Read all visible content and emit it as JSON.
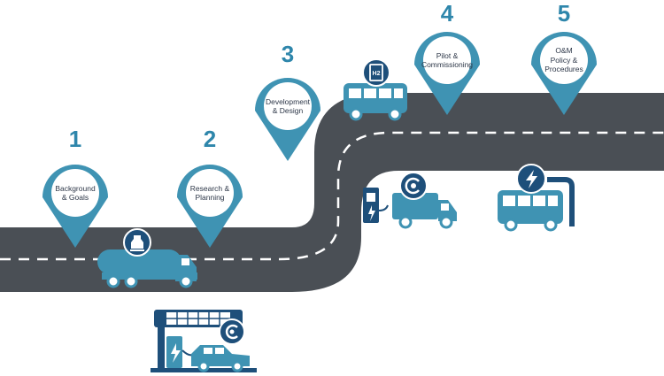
{
  "colors": {
    "road": "#4a4f55",
    "road_dash": "#ffffff",
    "pin": "#3f93b3",
    "pin_inner": "#ffffff",
    "number": "#2e86ab",
    "vehicle_light": "#3f93b3",
    "vehicle_dark": "#1e4f7a",
    "label": "#2d3748"
  },
  "steps": [
    {
      "number": "1",
      "lines": [
        "Background",
        "& Goals"
      ]
    },
    {
      "number": "2",
      "lines": [
        "Research &",
        "Planning"
      ]
    },
    {
      "number": "3",
      "lines": [
        "Development",
        "& Design"
      ]
    },
    {
      "number": "4",
      "lines": [
        "Pilot &",
        "Commissioning"
      ]
    },
    {
      "number": "5",
      "lines": [
        "O&M",
        "Policy &",
        "Procedures"
      ]
    }
  ],
  "icons": {
    "hydrogen_badge_text": "H2"
  }
}
